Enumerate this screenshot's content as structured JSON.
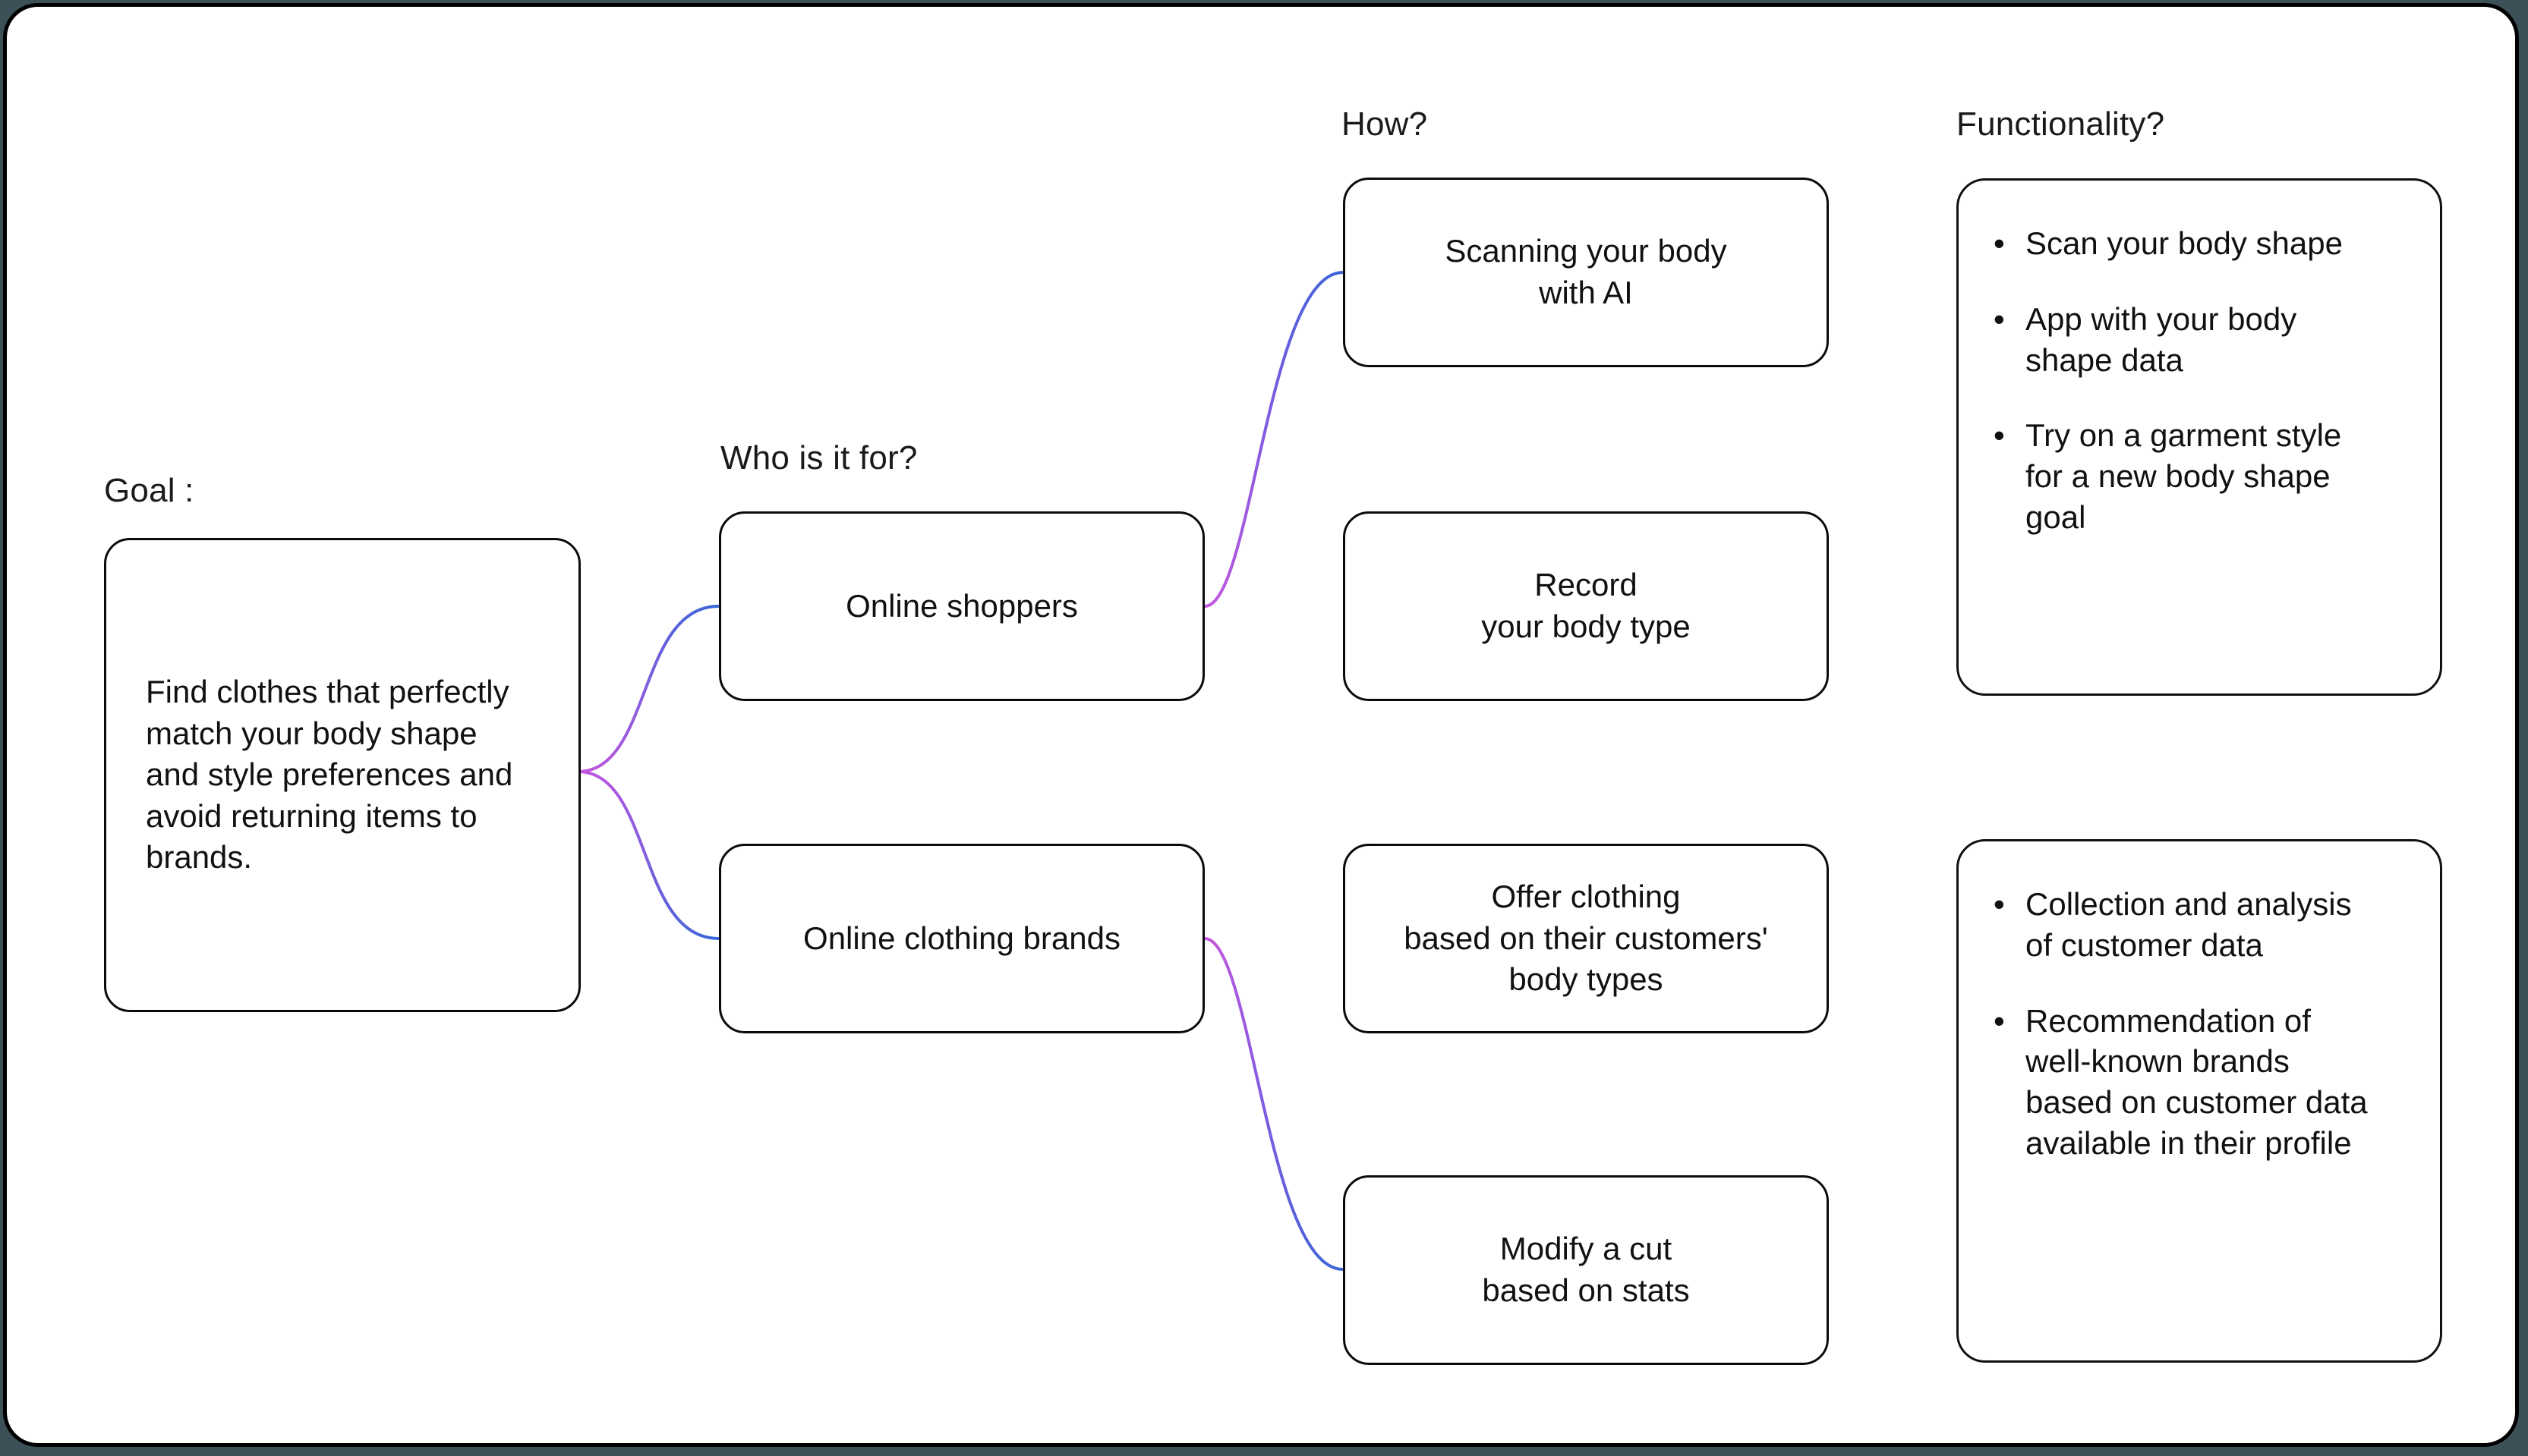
{
  "diagram": {
    "type": "mindmap",
    "background_color": "#3c5058",
    "canvas_color": "#ffffff",
    "node_border_color": "#0b0b0b",
    "edge_gradient_start": "#3a66d8",
    "edge_gradient_end": "#c457e0",
    "column_labels": {
      "goal": "Goal :",
      "audience": "Who is it for?",
      "how": "How?",
      "functionality": "Functionality?"
    },
    "goal_node": {
      "text": "Find clothes that perfectly match your body shape and style preferences and avoid returning items to brands."
    },
    "audience_nodes": [
      {
        "text": "Online shoppers"
      },
      {
        "text": "Online clothing brands"
      }
    ],
    "how_nodes": [
      {
        "text": "Scanning your body\nwith AI"
      },
      {
        "text": "Record\nyour body type"
      },
      {
        "text": "Offer clothing\nbased on their customers'\nbody types"
      },
      {
        "text": "Modify a cut\nbased on stats"
      }
    ],
    "functionality_cards": [
      {
        "bullet_char": "•",
        "items": [
          "Scan your body shape",
          "App with your body\nshape data",
          "Try on a garment style\nfor a new body shape\ngoal"
        ]
      },
      {
        "bullet_char": "•",
        "items": [
          "Collection and analysis\nof customer data",
          "Recommendation of\nwell-known brands\nbased on customer data\navailable in their profile"
        ]
      }
    ]
  }
}
